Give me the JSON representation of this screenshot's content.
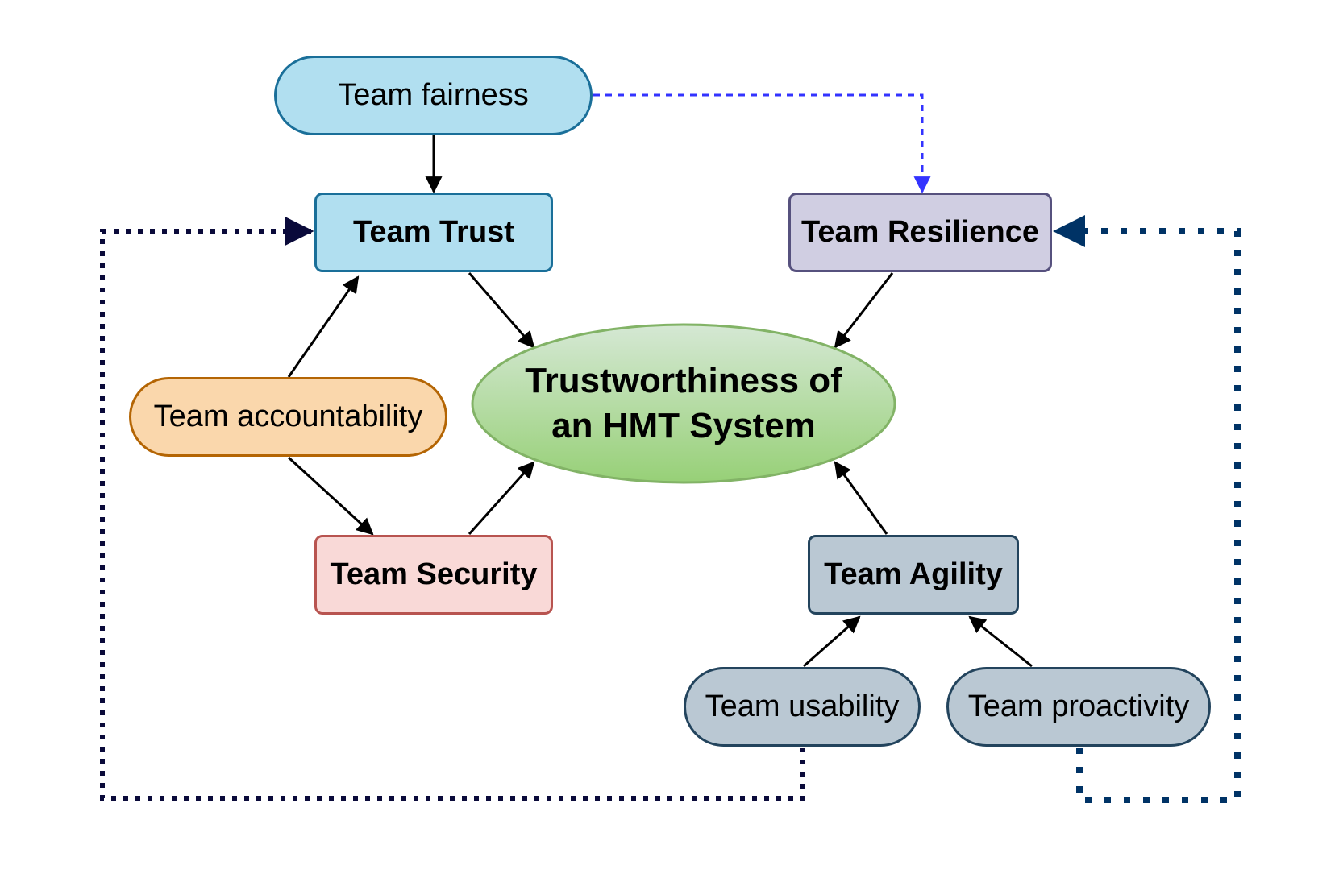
{
  "nodes": {
    "team_fairness": {
      "label": "Team fairness",
      "fill": "#b1dff0",
      "stroke": "#1a6f99"
    },
    "team_trust": {
      "label": "Team Trust",
      "fill": "#b1dff0",
      "stroke": "#1a6f99"
    },
    "team_resilience": {
      "label": "Team Resilience",
      "fill": "#d0cee2",
      "stroke": "#56517e"
    },
    "team_accountability": {
      "label": "Team accountability",
      "fill": "#fad7ac",
      "stroke": "#b46504"
    },
    "team_security": {
      "label": "Team Security",
      "fill": "#f9d9d7",
      "stroke": "#b85450"
    },
    "team_agility": {
      "label": "Team Agility",
      "fill": "#bac8d3",
      "stroke": "#23445d"
    },
    "team_usability": {
      "label": "Team usability",
      "fill": "#bac8d3",
      "stroke": "#23445d"
    },
    "team_proactivity": {
      "label": "Team proactivity",
      "fill": "#bac8d3",
      "stroke": "#23445d"
    },
    "center": {
      "line1": "Trustworthiness of",
      "line2": "an HMT System",
      "fill_top": "#d5e8d4",
      "fill_bottom": "#97d077",
      "stroke": "#82b366"
    }
  },
  "colors": {
    "arrow": "#000000",
    "fairness_to_resilience": "#3333ff",
    "usability_to_trust": "#0a0a3a",
    "proactivity_to_resilience": "#003366"
  }
}
